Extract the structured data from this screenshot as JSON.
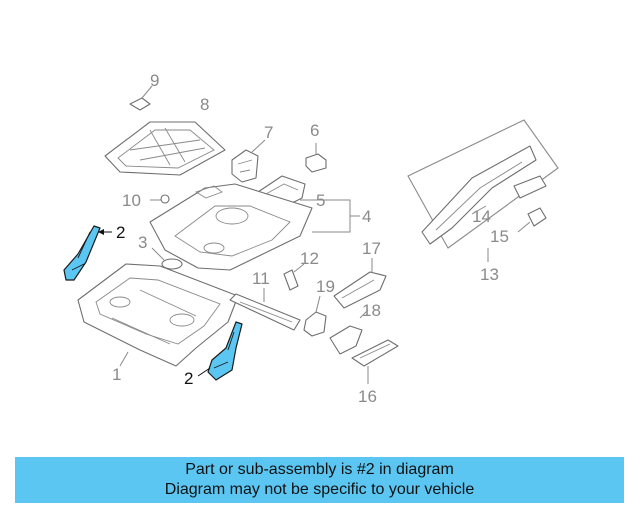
{
  "callouts": {
    "c1": "1",
    "c2a": "2",
    "c2b": "2",
    "c3": "3",
    "c4": "4",
    "c5": "5",
    "c6": "6",
    "c7": "7",
    "c8": "8",
    "c9": "9",
    "c10": "10",
    "c11": "11",
    "c12": "12",
    "c13": "13",
    "c14": "14",
    "c15": "15",
    "c16": "16",
    "c17": "17",
    "c18": "18",
    "c19": "19"
  },
  "footer": {
    "line1": "Part or sub-assembly is #2 in diagram",
    "line2": "Diagram may not be specific to your vehicle"
  },
  "colors": {
    "highlight": "#5bc6f2",
    "line": "#6f6f6f",
    "text": "#8a8a8a"
  }
}
